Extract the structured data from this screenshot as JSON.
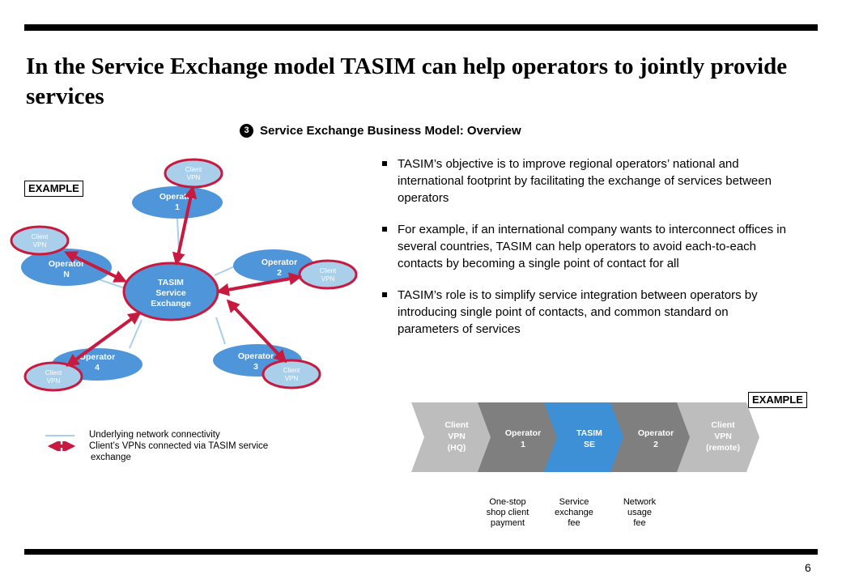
{
  "title": "In the Service Exchange model TASIM can help operators to jointly provide services",
  "subtitle": {
    "number": "3",
    "text": "Service Exchange Business Model: Overview"
  },
  "example_tag": "EXAMPLE",
  "diagram": {
    "center": [
      "TASIM",
      "Service",
      "Exchange"
    ],
    "operators": [
      {
        "name": "Operator",
        "num": "1"
      },
      {
        "name": "Operator",
        "num": "2"
      },
      {
        "name": "Operator",
        "num": "3"
      },
      {
        "name": "Operator",
        "num": "4"
      },
      {
        "name": "Operator",
        "num": "N"
      }
    ],
    "client_vpn": [
      "Client",
      "VPN"
    ]
  },
  "legend": {
    "line_label": "Underlying network connectivity",
    "arrow_label_1": "Client’s VPNs connected via TASIM  service",
    "arrow_label_2": "exchange"
  },
  "bullets": [
    "TASIM’s objective is to improve regional operators’ national and international footprint by facilitating the exchange of services between operators",
    "For example, if an international company wants to interconnect offices in several countries, TASIM can help operators to avoid each-to-each contacts by becoming a single point of contact for all",
    "TASIM’s role is to simplify service integration between operators by introducing single point of contacts, and common standard on parameters of services"
  ],
  "chain": [
    {
      "lines": [
        "Client",
        "VPN",
        "(HQ)"
      ],
      "color": "#bdbdbd"
    },
    {
      "lines": [
        "Operator",
        "1"
      ],
      "color": "#7f7f7f"
    },
    {
      "lines": [
        "TASIM",
        "SE"
      ],
      "color": "#3d8fd6"
    },
    {
      "lines": [
        "Operator",
        "2"
      ],
      "color": "#7f7f7f"
    },
    {
      "lines": [
        "Client",
        "VPN",
        "(remote)"
      ],
      "color": "#bdbdbd"
    }
  ],
  "fees": [
    {
      "lines": [
        "One-stop",
        "shop client",
        "payment"
      ]
    },
    {
      "lines": [
        "Service",
        "exchange",
        "fee"
      ]
    },
    {
      "lines": [
        "Network",
        "usage",
        "fee"
      ]
    }
  ],
  "colors": {
    "operator_blue": "#4e95d9",
    "vpn_fill": "#a9cfea",
    "arrow_red": "#c8193f",
    "connect_line": "#a9cfea"
  },
  "page_number": "6"
}
